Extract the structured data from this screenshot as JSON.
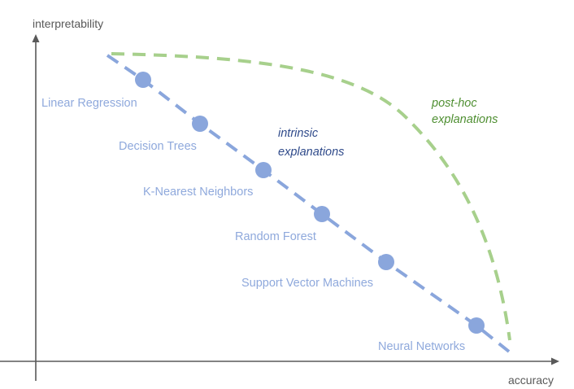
{
  "axes": {
    "y_label": "interpretability",
    "x_label": "accuracy"
  },
  "curves": {
    "intrinsic": {
      "label_line1": "intrinsic",
      "label_line2": "explanations",
      "color": "#8aa6dc"
    },
    "posthoc": {
      "label_line1": "post-hoc",
      "label_line2": "explanations",
      "color": "#a7d08c"
    }
  },
  "models": [
    {
      "label": "Linear Regression"
    },
    {
      "label": "Decision Trees"
    },
    {
      "label": "K-Nearest Neighbors"
    },
    {
      "label": "Random Forest"
    },
    {
      "label": "Support Vector Machines"
    },
    {
      "label": "Neural Networks"
    }
  ]
}
